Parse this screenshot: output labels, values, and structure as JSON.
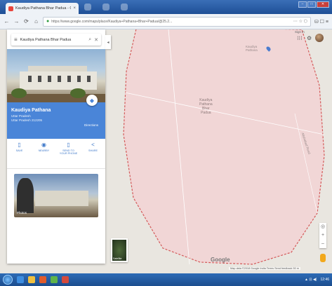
{
  "browser": {
    "tab_title": "Kaudiya Pathana Bhar Padua - Google M...",
    "tab_close": "×",
    "nav": {
      "back": "←",
      "forward": "→",
      "reload": "⟳",
      "home": "⌂"
    },
    "url": "https://www.google.com/maps/place/Kaudiya+Pathana+Bhar+Padua/@25.2...",
    "url_icons": "⋯ ☆ ⬡",
    "ext_icons": "⛁ ☐ ≡",
    "window": {
      "min": "–",
      "max": "□",
      "close": "✕"
    }
  },
  "search": {
    "menu": "≡",
    "query": "Kaudiya Pathana Bhar Padua",
    "search_icon": "⌕",
    "clear_icon": "✕",
    "collapse": "◂"
  },
  "place": {
    "name": "Kaudiya Pathana",
    "type": "Uttar Pradesh",
    "address": "Uttar Pradesh 212205",
    "directions_label": "Directions",
    "directions_icon": "◆"
  },
  "actions": [
    {
      "icon": "▯",
      "label": "SAVE"
    },
    {
      "icon": "◉",
      "label": "NEARBY"
    },
    {
      "icon": "▯",
      "label": "SEND TO YOUR PHONE"
    },
    {
      "icon": "<",
      "label": "SHARE"
    }
  ],
  "photo": {
    "label": "Photos"
  },
  "map": {
    "region_label": [
      "Kaudiya",
      "Pathana",
      "Bhar",
      "Padua"
    ],
    "poi_label": [
      "Kaudiya",
      "Pathana"
    ],
    "road_label": "Allahabad Road",
    "sign_label": "Sign in",
    "apps_icon": "⁝⁝⁝",
    "bell_icon": "🔔",
    "satellite_label": "Satellite",
    "zoom_in": "+",
    "zoom_out": "–",
    "compass": "◎",
    "google": "Google",
    "attribution": "Map data ©2018 Google  India  Terms  Send feedback  50 m"
  },
  "taskbar": {
    "time": "12:46",
    "tray": "▲ ⊡ ◀)"
  },
  "colors": {
    "panel_blue": "#4a85d8",
    "region_fill": "#f1d6d6",
    "region_stroke": "#d45a5a",
    "taskbar": "#1c4d8f"
  }
}
